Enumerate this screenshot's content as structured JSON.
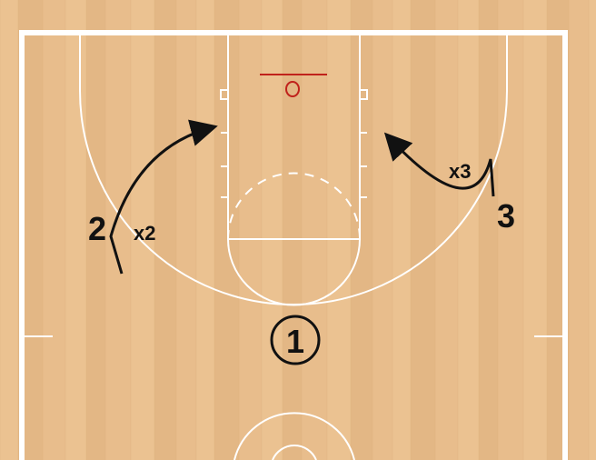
{
  "colors": {
    "floor_base": "#e8be8c",
    "floor_light": "#f1cc9c",
    "floor_dark": "#d9ad79",
    "court_lines": "#ffffff",
    "rim": "#c0221b",
    "ink": "#111111"
  },
  "players": {
    "p1": "1",
    "p2": "2",
    "p3": "3"
  },
  "defenders": {
    "x2": "x2",
    "x3": "x3"
  }
}
